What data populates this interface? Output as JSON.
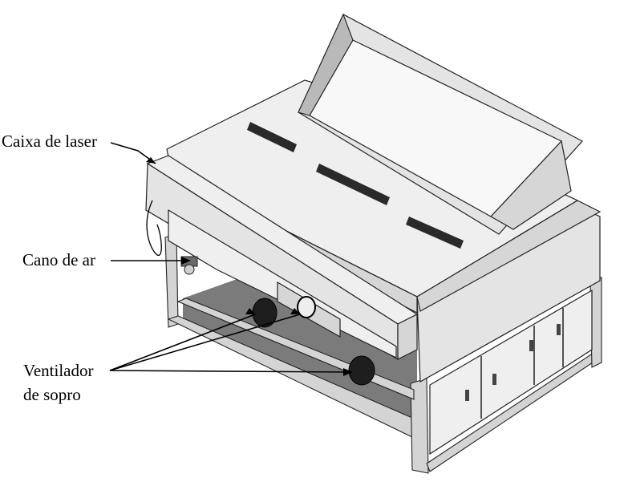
{
  "labels": {
    "laser_box": "Caixa de laser",
    "air_pipe": "Cano de ar",
    "blower_fan_line1": "Ventilador",
    "blower_fan_line2": "de sopro"
  },
  "colors": {
    "panel": "#e4e4e4",
    "shadow": "#7d7d7d",
    "line": "#222222",
    "fan": "#1e1e1e"
  }
}
